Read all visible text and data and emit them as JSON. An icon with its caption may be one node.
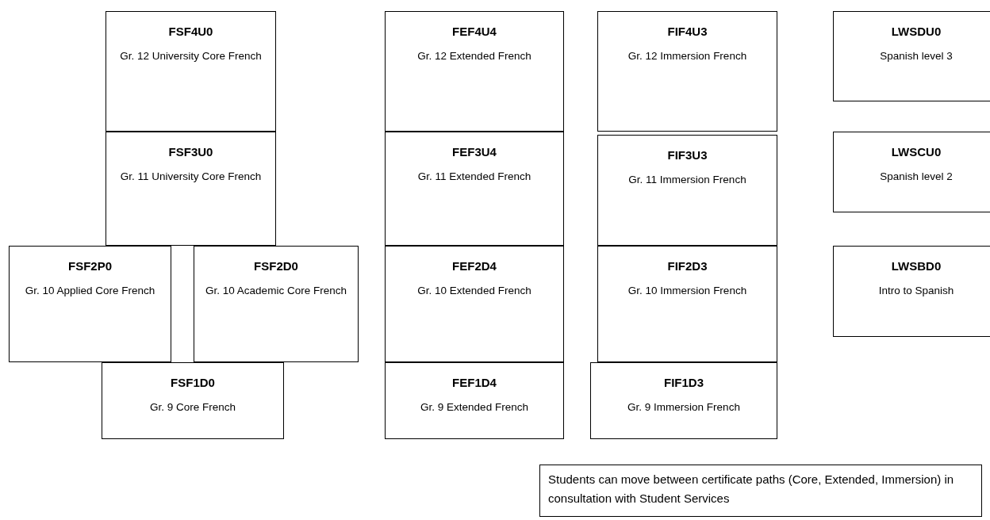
{
  "diagram": {
    "nodes": [
      {
        "text": [
          "FSF4U0",
          "Gr. 12 University Core French"
        ]
      },
      {
        "text": [
          "FSF3U0",
          "Gr. 11 University Core French"
        ]
      },
      {
        "text": [
          "FSF2P0",
          "Gr. 10 Applied Core French"
        ]
      },
      {
        "text": [
          "FSF2D0",
          "Gr. 10 Academic Core French"
        ]
      },
      {
        "text": [
          "FSF1D0",
          "Gr. 9 Core French"
        ]
      },
      {
        "text": [
          "FEF4U4",
          "Gr. 12 Extended French"
        ]
      },
      {
        "text": [
          "FEF3U4",
          "Gr. 11 Extended French"
        ]
      },
      {
        "text": [
          "FEF2D4",
          "Gr. 10 Extended French"
        ]
      },
      {
        "text": [
          "FEF1D4",
          "Gr. 9 Extended French"
        ]
      },
      {
        "text": [
          "FIF4U3",
          "Gr. 12 Immersion French"
        ]
      },
      {
        "text": [
          "FIF3U3",
          "Gr. 11 Immersion French"
        ]
      },
      {
        "text": [
          "FIF2D3",
          "Gr. 10 Immersion French"
        ]
      },
      {
        "text": [
          "FIF1D3",
          "Gr. 9 Immersion French"
        ]
      },
      {
        "text": [
          "LWSDU0",
          "Spanish level 3"
        ]
      },
      {
        "text": [
          "LWSCU0",
          "Spanish level 2"
        ]
      },
      {
        "text": [
          "LWSBD0",
          "Intro to Spanish"
        ]
      },
      {
        "text": [
          "Students can move between certificate paths (Core, Extended, Immersion) in consultation with Student Services"
        ]
      }
    ]
  }
}
